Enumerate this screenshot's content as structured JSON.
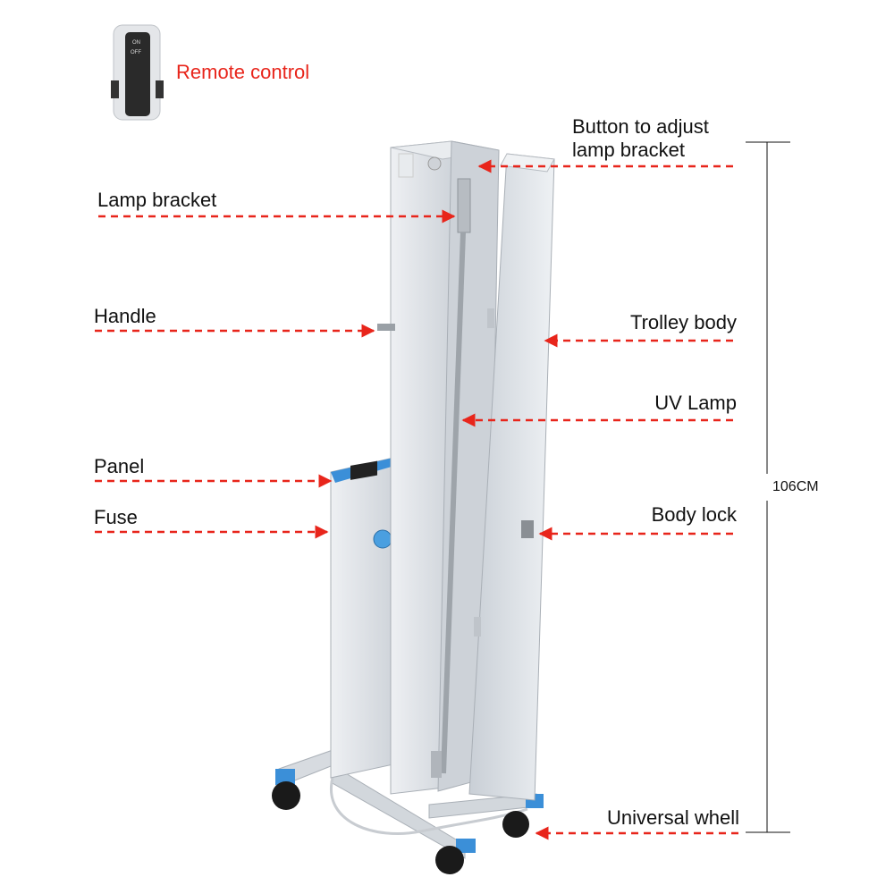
{
  "remote": {
    "label": "Remote control",
    "on_text": "ON",
    "off_text": "OFF"
  },
  "callouts": {
    "button_adjust_line1": "Button to adjust",
    "button_adjust_line2": "lamp bracket",
    "lamp_bracket": "Lamp bracket",
    "handle": "Handle",
    "trolley_body": "Trolley body",
    "uv_lamp": "UV Lamp",
    "panel": "Panel",
    "fuse": "Fuse",
    "body_lock": "Body lock",
    "universal_wheel": "Universal whell"
  },
  "dimension": {
    "height": "106CM"
  },
  "colors": {
    "arrow": "#e8251b",
    "body": "#dfe3e8",
    "accent": "#3b8fd8",
    "wheel": "#1a1a1a"
  }
}
